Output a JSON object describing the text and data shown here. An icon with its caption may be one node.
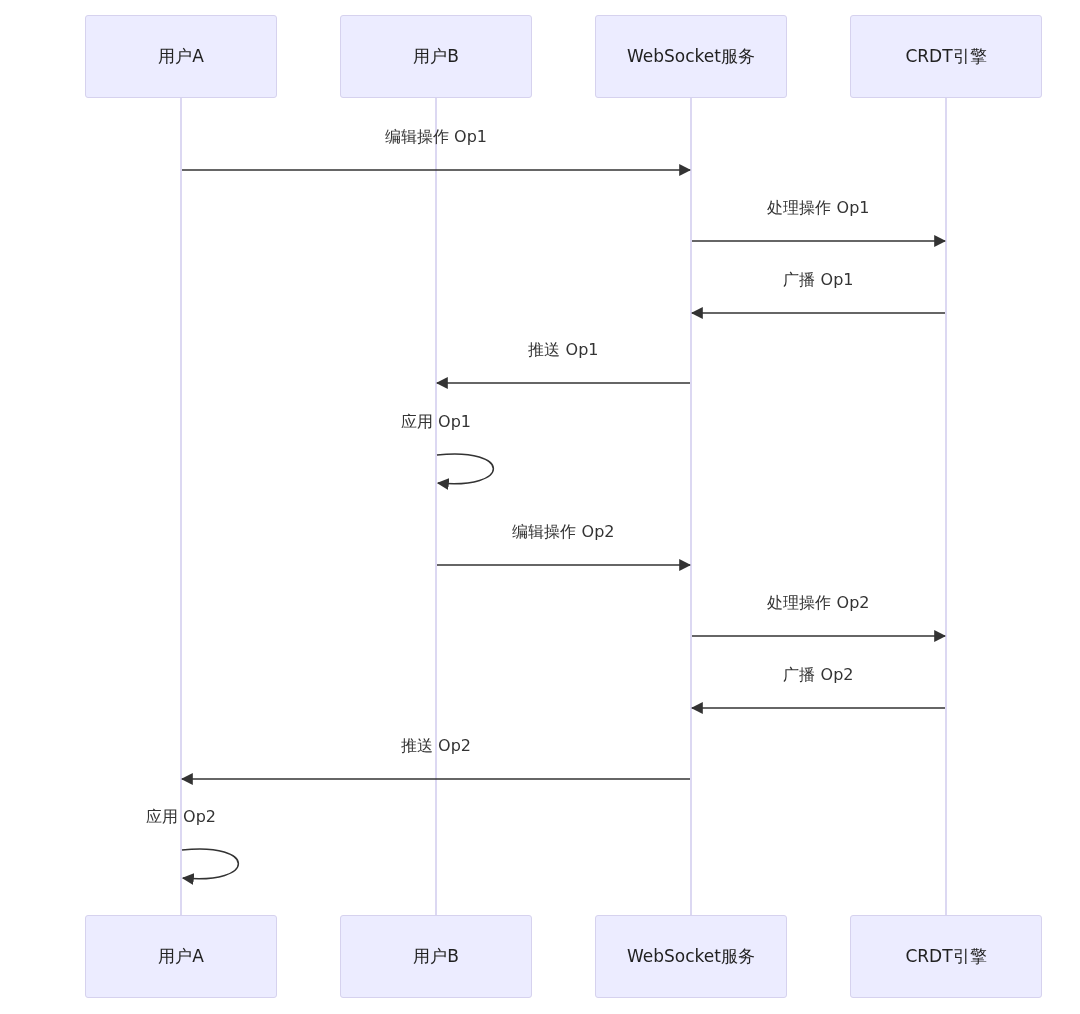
{
  "diagram": {
    "nodes": [
      {
        "text": [
          "用户A"
        ]
      },
      {
        "text": [
          "用户B"
        ]
      },
      {
        "text": [
          "WebSocket服务"
        ]
      },
      {
        "text": [
          "CRDT引擎"
        ]
      },
      {
        "text": [
          "用户A"
        ]
      },
      {
        "text": [
          "用户B"
        ]
      },
      {
        "text": [
          "WebSocket服务"
        ]
      },
      {
        "text": [
          "CRDT引擎"
        ]
      },
      {
        "text": [],
        "shape": "bar"
      },
      {
        "text": [],
        "shape": "bar"
      },
      {
        "text": [],
        "shape": "bar"
      },
      {
        "text": [],
        "shape": "bar"
      }
    ],
    "edges": [
      {
        "from": 8,
        "to": 10,
        "arrow": "to",
        "label": "编辑操作 Op1"
      },
      {
        "from": 10,
        "to": 11,
        "arrow": "to",
        "label": "处理操作 Op1"
      },
      {
        "from": 11,
        "to": 10,
        "arrow": "to",
        "label": "广播 Op1"
      },
      {
        "from": 10,
        "to": 9,
        "arrow": "to",
        "label": "推送 Op1"
      },
      {
        "from": 9,
        "to": 9,
        "arrow": "to",
        "label": "应用 Op1"
      },
      {
        "from": 9,
        "to": 10,
        "arrow": "to",
        "label": "编辑操作 Op2"
      },
      {
        "from": 10,
        "to": 11,
        "arrow": "to",
        "label": "处理操作 Op2"
      },
      {
        "from": 11,
        "to": 10,
        "arrow": "to",
        "label": "广播 Op2"
      },
      {
        "from": 10,
        "to": 8,
        "arrow": "to",
        "label": "推送 Op2"
      },
      {
        "from": 8,
        "to": 8,
        "arrow": "to",
        "label": "应用 Op2"
      }
    ]
  }
}
